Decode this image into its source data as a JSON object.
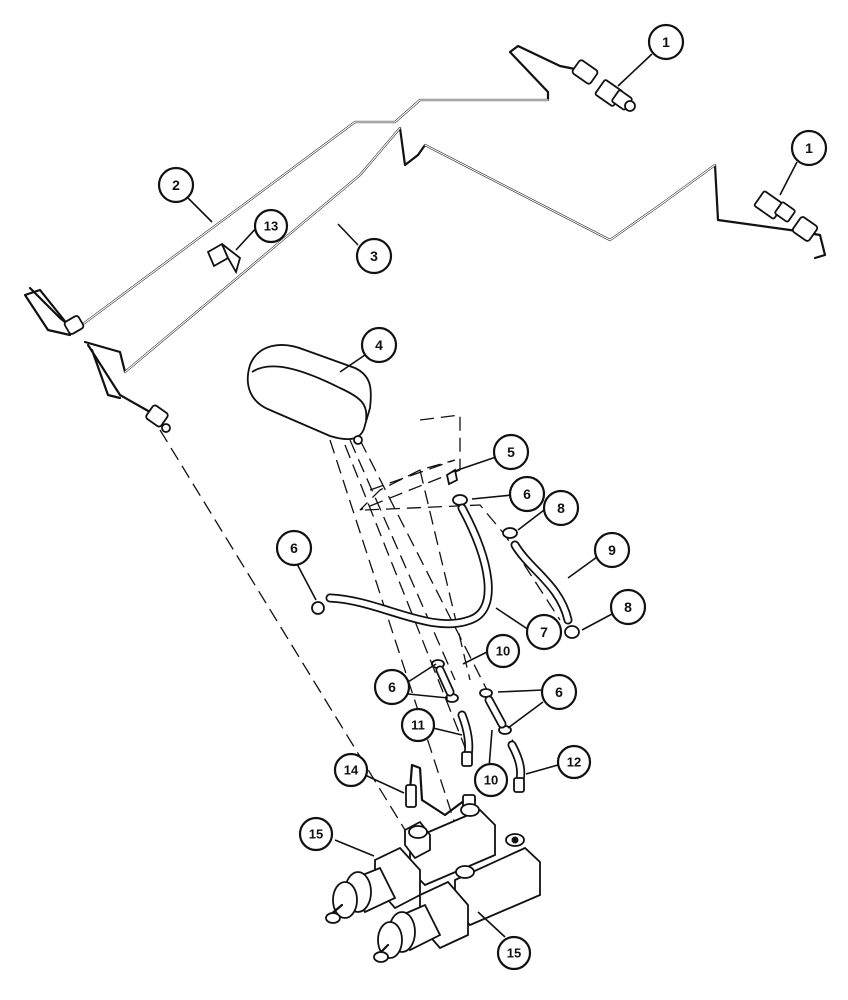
{
  "callouts": [
    {
      "id": "c1a",
      "label": "1"
    },
    {
      "id": "c1b",
      "label": "1"
    },
    {
      "id": "c2",
      "label": "2"
    },
    {
      "id": "c3",
      "label": "3"
    },
    {
      "id": "c13",
      "label": "13"
    },
    {
      "id": "c4",
      "label": "4"
    },
    {
      "id": "c5",
      "label": "5"
    },
    {
      "id": "c6a",
      "label": "6"
    },
    {
      "id": "c8a",
      "label": "8"
    },
    {
      "id": "c6b",
      "label": "6"
    },
    {
      "id": "c9",
      "label": "9"
    },
    {
      "id": "c7",
      "label": "7"
    },
    {
      "id": "c8b",
      "label": "8"
    },
    {
      "id": "c10a",
      "label": "10"
    },
    {
      "id": "c6c",
      "label": "6"
    },
    {
      "id": "c6d",
      "label": "6"
    },
    {
      "id": "c11",
      "label": "11"
    },
    {
      "id": "c10b",
      "label": "10"
    },
    {
      "id": "c12",
      "label": "12"
    },
    {
      "id": "c14",
      "label": "14"
    },
    {
      "id": "c15a",
      "label": "15"
    },
    {
      "id": "c15b",
      "label": "15"
    }
  ]
}
